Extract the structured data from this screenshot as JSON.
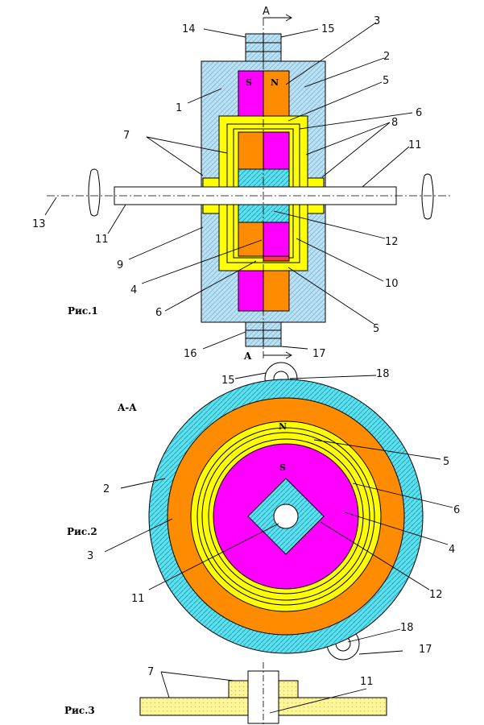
{
  "figures": {
    "fig1": "Рис.1",
    "fig2": "Рис.2",
    "fig3": "Рис.3"
  },
  "section": {
    "top_letter": "A",
    "bottom_letter": "A",
    "title": "A-A"
  },
  "poles": {
    "s": "S",
    "n": "N"
  },
  "labels": {
    "fig1": {
      "l1": "1",
      "l2": "2",
      "l3": "3",
      "l4": "4",
      "l5a": "5",
      "l5b": "5",
      "l6a": "6",
      "l6b": "6",
      "l7": "7",
      "l8": "8",
      "l9": "9",
      "l10": "10",
      "l11a": "11",
      "l11b": "11",
      "l12": "12",
      "l13": "13",
      "l14": "14",
      "l15": "15",
      "l16": "16",
      "l17": "17"
    },
    "fig2": {
      "l15": "15",
      "l18a": "18",
      "l5": "5",
      "l2": "2",
      "l6": "6",
      "l4": "4",
      "l3": "3",
      "l11": "11",
      "l12": "12",
      "l18b": "18",
      "l17": "17"
    },
    "fig3": {
      "l7": "7",
      "l11": "11"
    }
  },
  "colors": {
    "housing": "#bfe3f3",
    "magenta": "#ff00ff",
    "orange": "#ff8c00",
    "yellow": "#ffff00",
    "cyan": "#4fd7e6",
    "cream": "#fff59a"
  }
}
